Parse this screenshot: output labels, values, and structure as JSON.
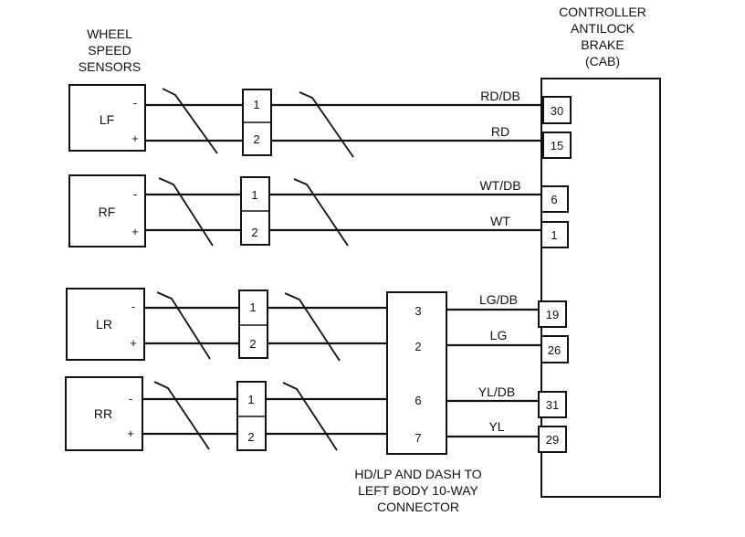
{
  "header": {
    "sensors_title": [
      "WHEEL",
      "SPEED",
      "SENSORS"
    ],
    "controller_title": [
      "CONTROLLER",
      "ANTILOCK",
      "BRAKE",
      "(CAB)"
    ]
  },
  "sensors": [
    {
      "name": "LF",
      "minus": "-",
      "plus": "+"
    },
    {
      "name": "RF",
      "minus": "-",
      "plus": "+"
    },
    {
      "name": "LR",
      "minus": "-",
      "plus": "+"
    },
    {
      "name": "RR",
      "minus": "-",
      "plus": "+"
    }
  ],
  "connectors": [
    {
      "pin1": "1",
      "pin2": "2"
    },
    {
      "pin1": "1",
      "pin2": "2"
    },
    {
      "pin1": "1",
      "pin2": "2"
    },
    {
      "pin1": "1",
      "pin2": "2"
    }
  ],
  "ten_way": {
    "pins": [
      "3",
      "2",
      "6",
      "7"
    ],
    "caption": [
      "HD/LP AND DASH TO",
      "LEFT BODY 10-WAY",
      "CONNECTOR"
    ]
  },
  "wires": [
    {
      "color": "RD/DB",
      "cab_pin": "30"
    },
    {
      "color": "RD",
      "cab_pin": "15"
    },
    {
      "color": "WT/DB",
      "cab_pin": "6"
    },
    {
      "color": "WT",
      "cab_pin": "1"
    },
    {
      "color": "LG/DB",
      "cab_pin": "19"
    },
    {
      "color": "LG",
      "cab_pin": "26"
    },
    {
      "color": "YL/DB",
      "cab_pin": "31"
    },
    {
      "color": "YL",
      "cab_pin": "29"
    }
  ]
}
